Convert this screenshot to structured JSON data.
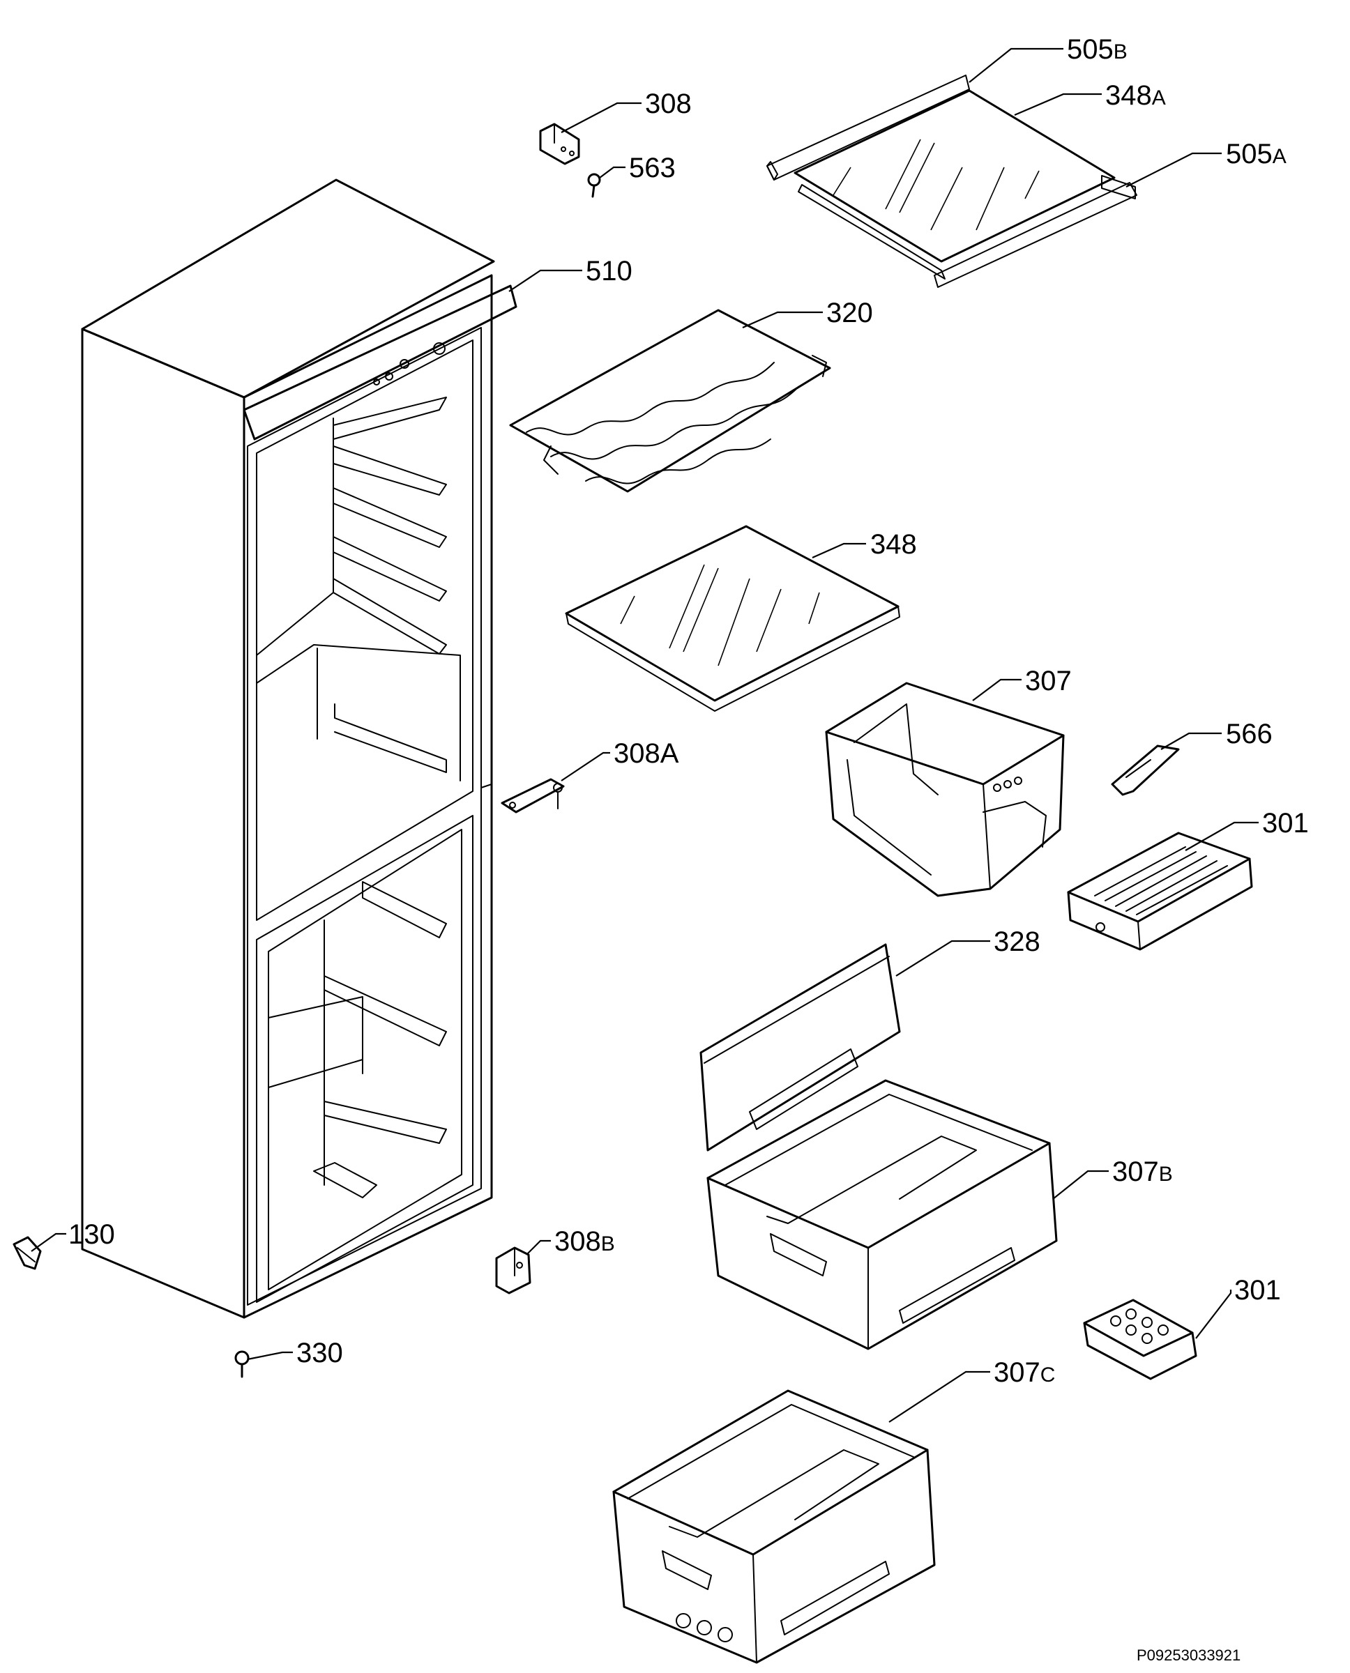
{
  "diagram": {
    "labels": {
      "p505b": {
        "num": "505",
        "suffix": "B"
      },
      "p348a": {
        "num": "348",
        "suffix": "A"
      },
      "p505a": {
        "num": "505",
        "suffix": "A"
      },
      "p308": {
        "num": "308",
        "suffix": ""
      },
      "p563": {
        "num": "563",
        "suffix": ""
      },
      "p510": {
        "num": "510",
        "suffix": ""
      },
      "p320": {
        "num": "320",
        "suffix": ""
      },
      "p348": {
        "num": "348",
        "suffix": ""
      },
      "p307": {
        "num": "307",
        "suffix": ""
      },
      "p566": {
        "num": "566",
        "suffix": ""
      },
      "p308a": {
        "num": "308A",
        "suffix": ""
      },
      "p301a": {
        "num": "301",
        "suffix": ""
      },
      "p328": {
        "num": "328",
        "suffix": ""
      },
      "p307b": {
        "num": "307",
        "suffix": "B"
      },
      "p130": {
        "num": "130",
        "suffix": ""
      },
      "p308b": {
        "num": "308",
        "suffix": "B"
      },
      "p301b": {
        "num": "301",
        "suffix": ""
      },
      "p330": {
        "num": "330",
        "suffix": ""
      },
      "p307c": {
        "num": "307",
        "suffix": "C"
      }
    },
    "drawing_code": "P09253033921"
  }
}
